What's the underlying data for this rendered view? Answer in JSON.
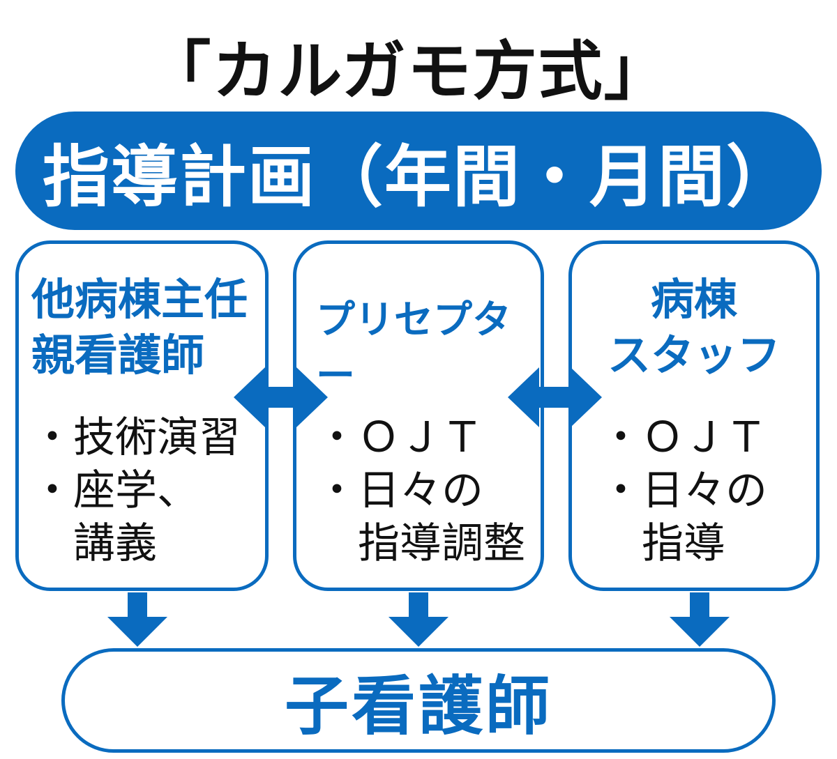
{
  "title": "「カルガモ方式」",
  "banner": "指導計画（年間・月間）",
  "boxes": [
    {
      "heading": [
        "他病棟主任",
        "親看護師"
      ],
      "items": [
        "・技術演習",
        "・座学、",
        "　講義"
      ]
    },
    {
      "heading": [
        "プリセプター"
      ],
      "items": [
        "・ＯＪＴ",
        "・日々の",
        "　指導調整"
      ]
    },
    {
      "heading": [
        "病棟",
        "スタッフ"
      ],
      "items": [
        "・ＯＪＴ",
        "・日々の",
        "　指導"
      ]
    }
  ],
  "bottom": "子看護師",
  "colors": {
    "accent": "#0a6bbf"
  }
}
